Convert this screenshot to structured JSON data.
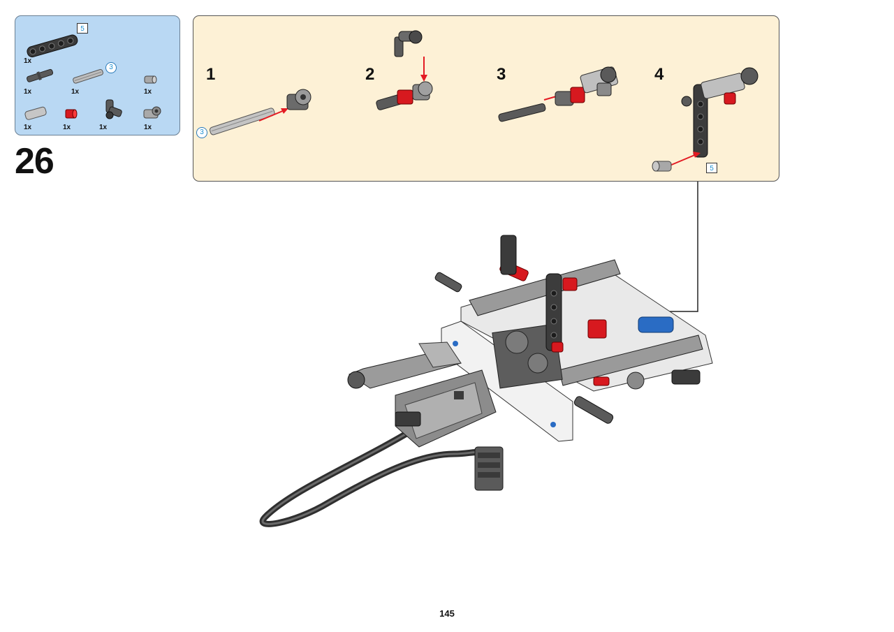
{
  "parts_list": {
    "items": [
      {
        "name": "beam-5",
        "qty": "1x",
        "tag": "5"
      },
      {
        "name": "axle-pin",
        "qty": "1x"
      },
      {
        "name": "axle-3",
        "qty": "1x",
        "tag": "3"
      },
      {
        "name": "pin-joiner",
        "qty": "1x"
      },
      {
        "name": "axle-2",
        "qty": "1x"
      },
      {
        "name": "red-bush",
        "qty": "1x"
      },
      {
        "name": "angle-connector",
        "qty": "1x"
      },
      {
        "name": "cross-block",
        "qty": "1x"
      }
    ]
  },
  "step_number": "26",
  "sub_steps": [
    {
      "number": "1",
      "tag": "3"
    },
    {
      "number": "2"
    },
    {
      "number": "3"
    },
    {
      "number": "4",
      "tag": "5"
    }
  ],
  "page_number": "145",
  "colors": {
    "parts_panel_bg": "#b9d8f3",
    "sub_panel_bg": "#fdf1d6",
    "arrow": "#e31b23",
    "tag_text": "#1c8fd1"
  }
}
